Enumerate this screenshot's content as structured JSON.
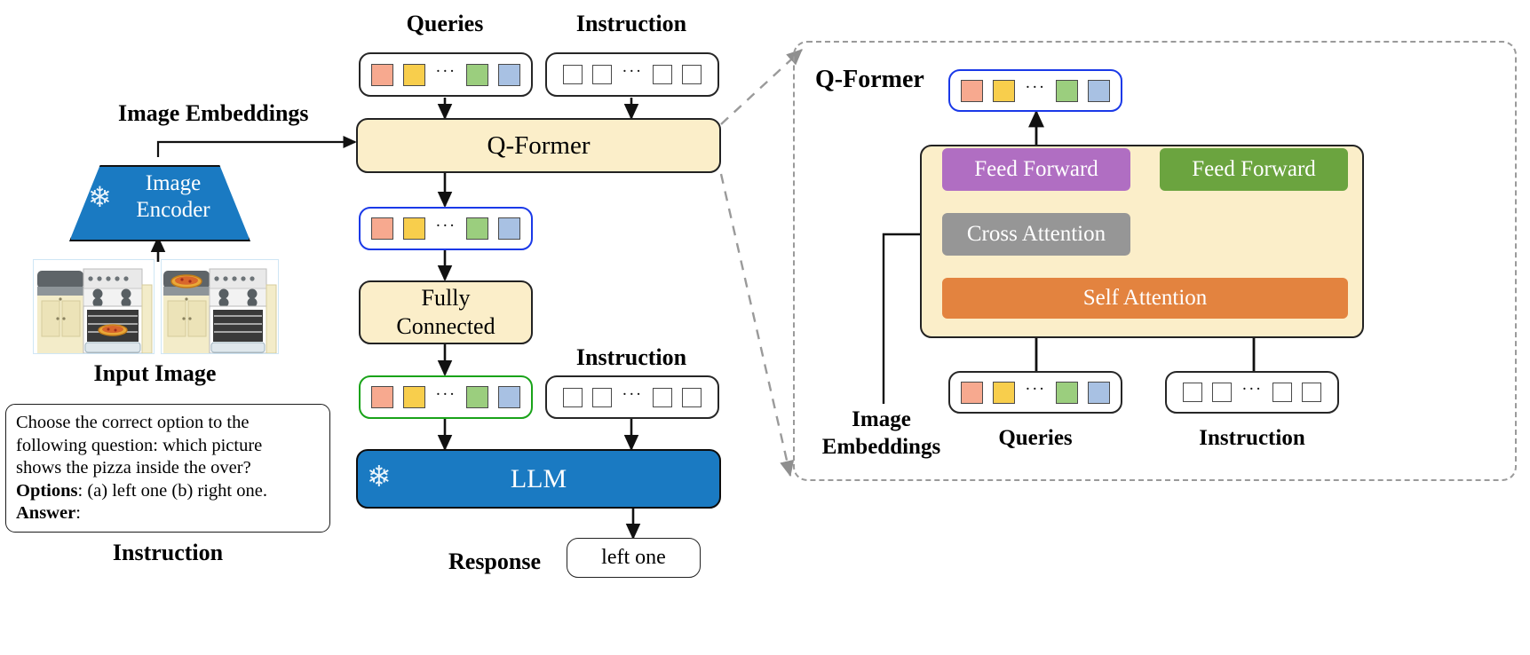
{
  "figure": {
    "title": "InstructBLIP-style architecture diagram",
    "left_column": {
      "image_embeddings_label": "Image Embeddings",
      "image_encoder_label": "Image\nEncoder",
      "image_encoder_line1": "Image",
      "image_encoder_line2": "Encoder",
      "frozen_icon": "snowflake-icon",
      "input_image_label": "Input Image",
      "instruction_label": "Instruction",
      "instruction_text_lines": [
        "Choose the correct option to the",
        "following question: which picture",
        "shows the pizza inside the over?"
      ],
      "instruction_options_key": "Options",
      "instruction_options_value": ": (a) left one (b) right one.",
      "instruction_answer_key": "Answer",
      "instruction_answer_value": ":",
      "photos": [
        {
          "name": "stove-with-pizza-inside-oven",
          "alt": "kitchen stove with pizza on oven rack"
        },
        {
          "name": "stove-with-pizza-on-top",
          "alt": "kitchen stove with pizza on the counter top"
        }
      ]
    },
    "center_column": {
      "queries_label": "Queries",
      "instruction_top_label": "Instruction",
      "qformer_label": "Q-Former",
      "fully_connected_line1": "Fully",
      "fully_connected_line2": "Connected",
      "instruction_mid_label": "Instruction",
      "llm_label": "LLM",
      "llm_frozen_icon": "snowflake-icon",
      "response_label": "Response",
      "response_value": "left one"
    },
    "right_panel": {
      "panel_title": "Q-Former",
      "feed_forward_left": "Feed Forward",
      "feed_forward_right": "Feed Forward",
      "cross_attention": "Cross Attention",
      "self_attention": "Self Attention",
      "image_embeddings_label_line1": "Image",
      "image_embeddings_label_line2": "Embeddings",
      "queries_label": "Queries",
      "instruction_label": "Instruction"
    },
    "tokens": {
      "query_colors": [
        "#f7a98f",
        "#f8ce4c",
        "#9bce7e",
        "#a8c1e3"
      ],
      "instruction_color": "#ffffff",
      "ellipsis": "···"
    },
    "colors": {
      "cream": "#fbeec9",
      "blue_block": "#1a7ac2",
      "feed_forward_purple": "#b06ec2",
      "feed_forward_green": "#6ba43f",
      "cross_attention_gray": "#969696",
      "self_attention_orange": "#e3833f",
      "output_border_blue": "#1a39e8",
      "llm_input_border_green": "#19a319",
      "dashed_gray": "#9a9a9a"
    }
  }
}
